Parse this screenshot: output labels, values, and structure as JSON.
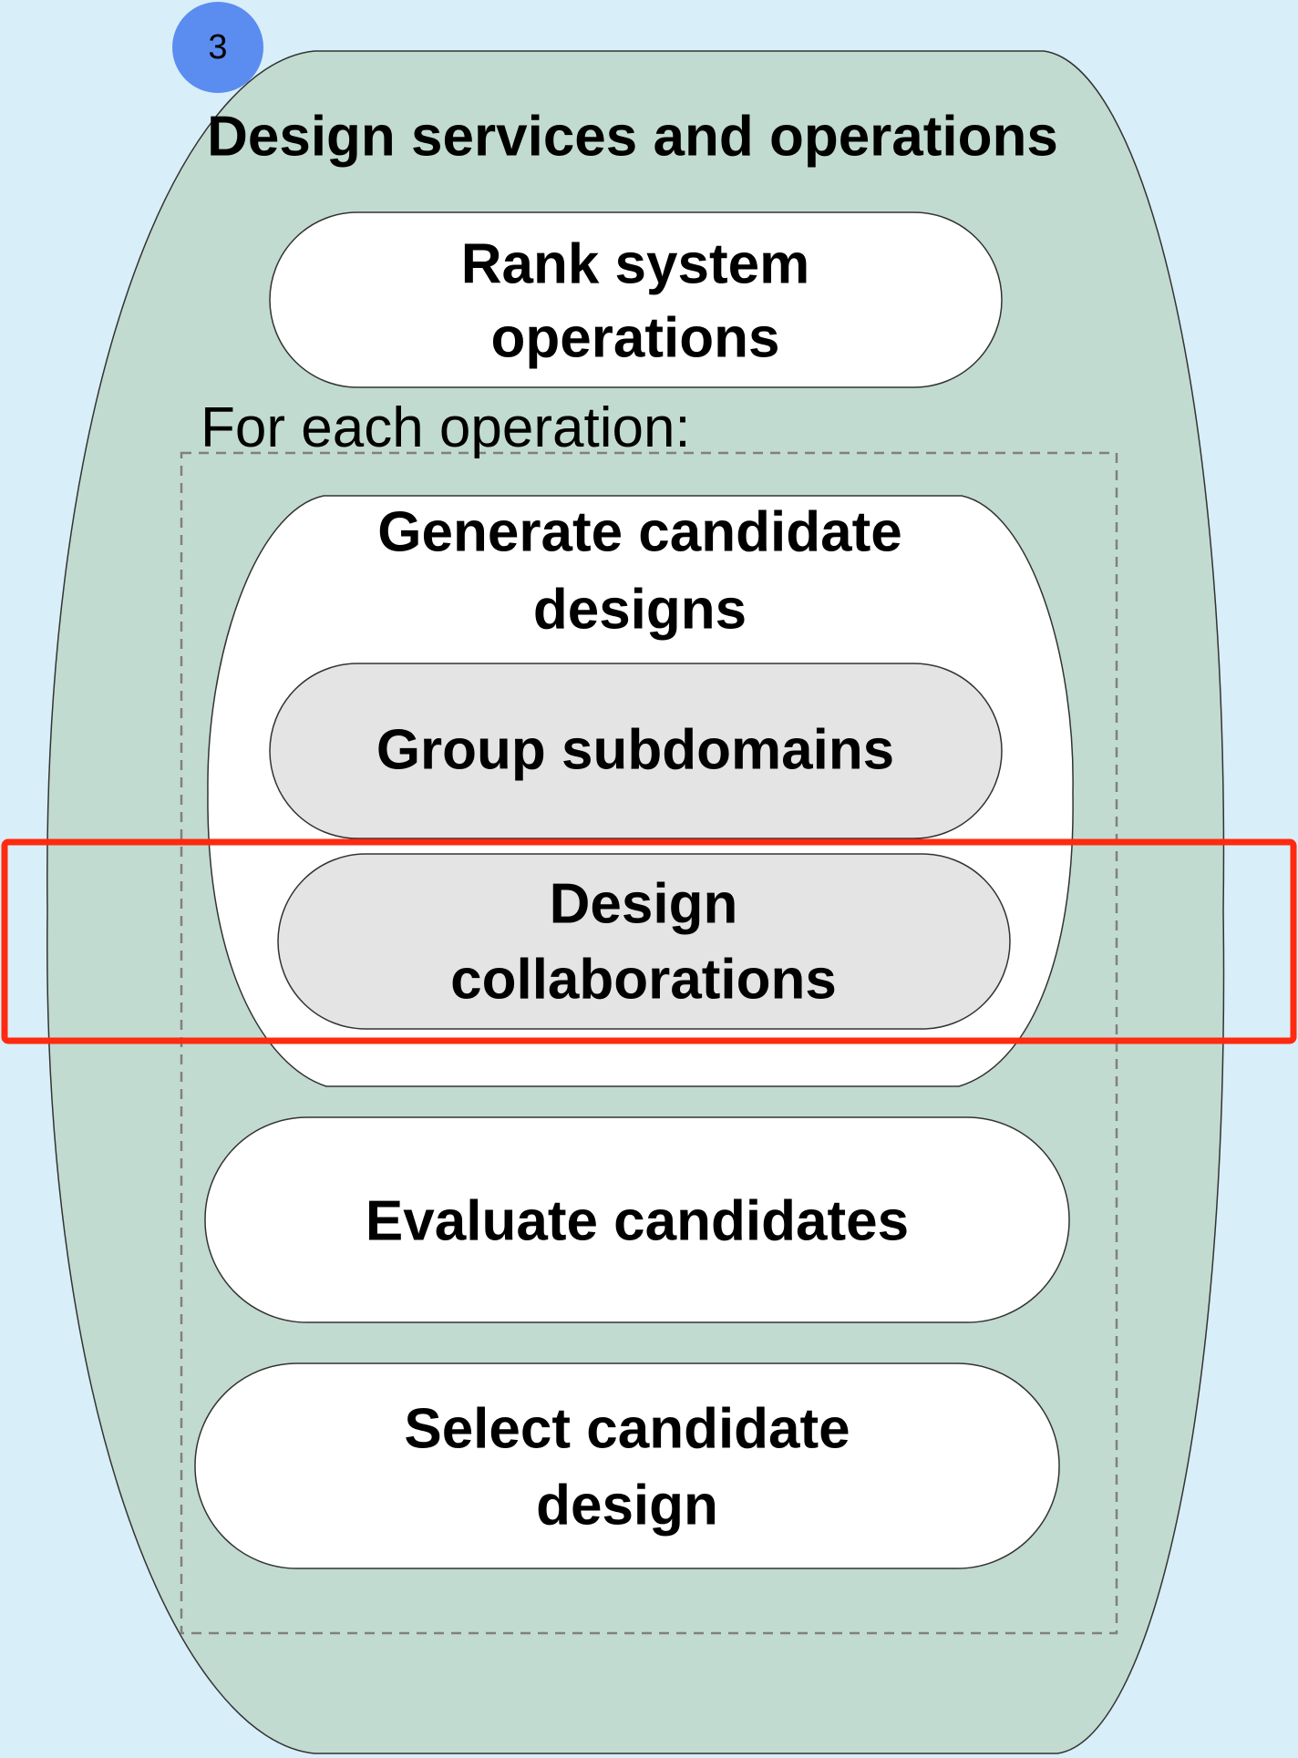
{
  "diagram": {
    "step_badge": "3",
    "title": "Design services and operations",
    "rank": {
      "line1": "Rank system",
      "line2": "operations"
    },
    "loop_label": "For each operation:",
    "generate": {
      "line1": "Generate candidate",
      "line2": "designs"
    },
    "group": {
      "label": "Group subdomains"
    },
    "collab": {
      "line1": "Design",
      "line2": "collaborations"
    },
    "evaluate": {
      "label": "Evaluate candidates"
    },
    "select": {
      "line1": "Select candidate",
      "line2": "design"
    }
  },
  "colors": {
    "background": "#d8eef8",
    "outer_shape_fill": "#c2dbd1",
    "badge_fill": "#5b8cf0",
    "node_fill": "#ffffff",
    "subnode_fill": "#e4e4e4",
    "loop_border": "#808080",
    "highlight": "#ff2a0f"
  }
}
